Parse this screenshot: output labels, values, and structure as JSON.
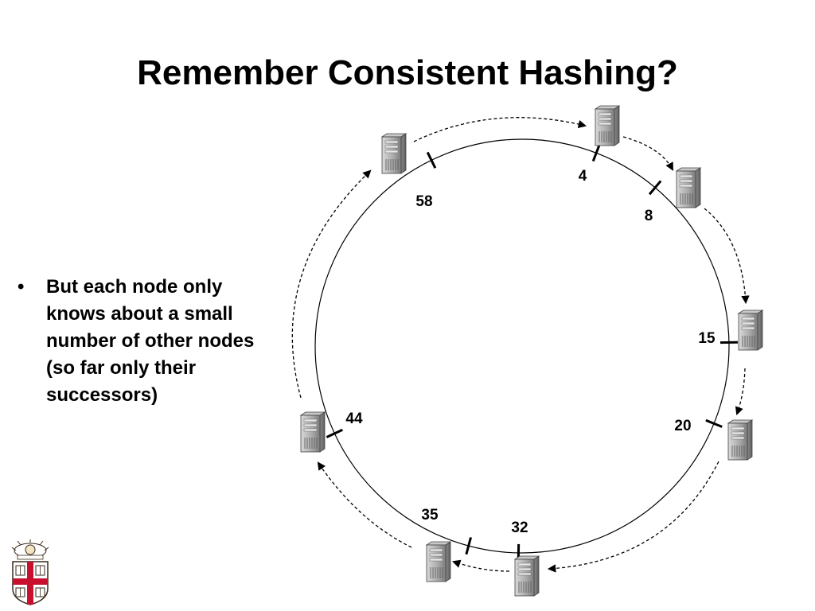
{
  "slide": {
    "title": "Remember Consistent Hashing?",
    "bullets": [
      "But each node only knows about a small number of other nodes (so far only their successors)"
    ]
  },
  "ring": {
    "nodes": [
      {
        "id": "4",
        "label": "4"
      },
      {
        "id": "8",
        "label": "8"
      },
      {
        "id": "15",
        "label": "15"
      },
      {
        "id": "20",
        "label": "20"
      },
      {
        "id": "32",
        "label": "32"
      },
      {
        "id": "35",
        "label": "35"
      },
      {
        "id": "44",
        "label": "44"
      },
      {
        "id": "58",
        "label": "58"
      }
    ],
    "successor_links": [
      {
        "from": "58",
        "to": "4"
      },
      {
        "from": "4",
        "to": "8"
      },
      {
        "from": "8",
        "to": "15"
      },
      {
        "from": "15",
        "to": "20"
      },
      {
        "from": "20",
        "to": "32"
      },
      {
        "from": "32",
        "to": "35"
      },
      {
        "from": "35",
        "to": "44"
      },
      {
        "from": "44",
        "to": "58"
      }
    ],
    "colors": {
      "ring": "#000000",
      "arrow": "#000000",
      "server_body": "#b5b5b5",
      "server_shade": "#6f6f6f"
    }
  },
  "logo": {
    "name": "university-shield-icon",
    "colors": {
      "field": "#ffffff",
      "cross": "#c8102e",
      "outline": "#3a2a1a"
    }
  }
}
